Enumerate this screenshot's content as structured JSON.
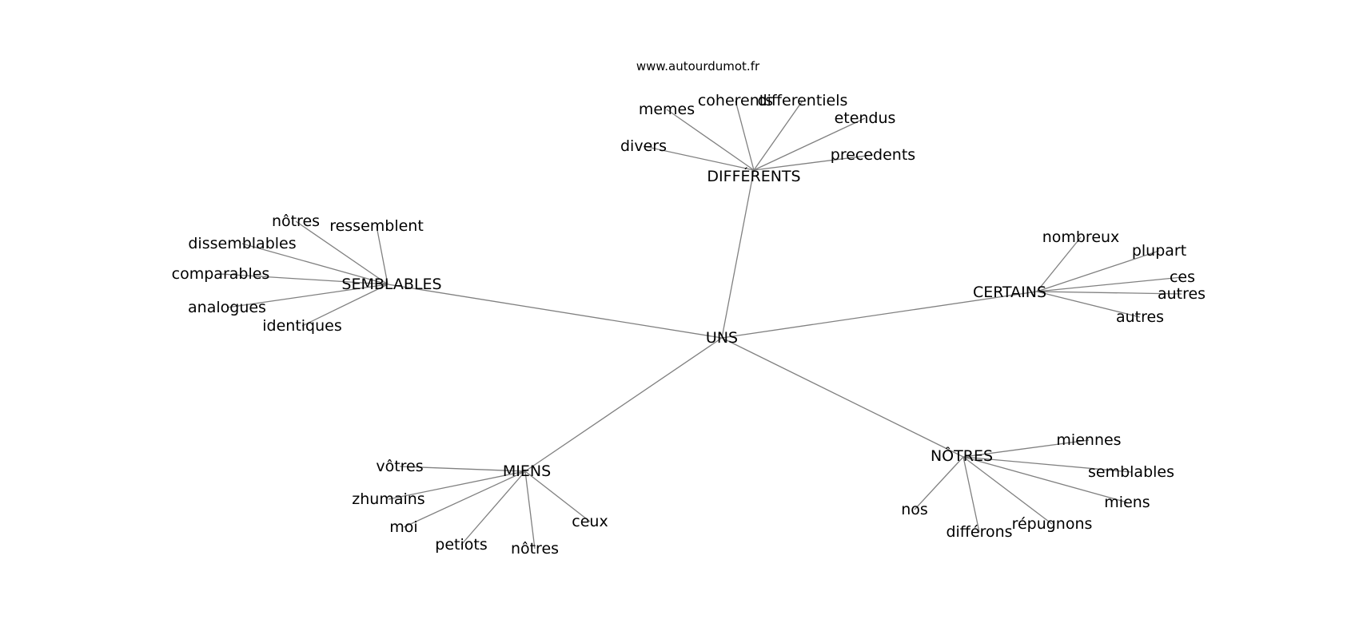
{
  "source": "www.autourdumot.fr",
  "center": {
    "id": "uns",
    "label": "UNS"
  },
  "clusters": [
    {
      "id": "differents",
      "label": "DIFFÉRENTS",
      "leaves": [
        "divers",
        "memes",
        "coherents",
        "differentiels",
        "etendus",
        "precedents"
      ]
    },
    {
      "id": "semblables",
      "label": "SEMBLABLES",
      "leaves": [
        "nôtres",
        "ressemblent",
        "dissemblables",
        "comparables",
        "analogues",
        "identiques"
      ]
    },
    {
      "id": "certains",
      "label": "CERTAINS",
      "leaves": [
        "nombreux",
        "plupart",
        "ces",
        "autres",
        "autres"
      ]
    },
    {
      "id": "miens",
      "label": "MIENS",
      "leaves": [
        "vôtres",
        "zhumains",
        "moi",
        "petiots",
        "nôtres",
        "ceux"
      ]
    },
    {
      "id": "notres",
      "label": "NÔTRES",
      "leaves": [
        "miennes",
        "semblables",
        "miens",
        "répugnons",
        "différons",
        "nos"
      ]
    }
  ]
}
